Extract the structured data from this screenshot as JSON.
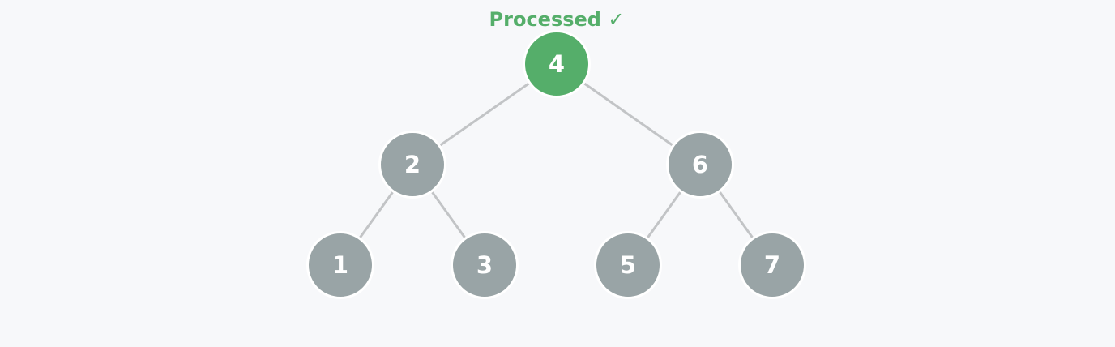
{
  "colors": {
    "processed": "#55ae6a",
    "unprocessed": "#99a4a6",
    "edge": "#c2c4c6",
    "background": "#f7f8fa"
  },
  "root_status": "Processed ✓",
  "nodes": [
    {
      "id": "n4",
      "label": "4",
      "state": "processed"
    },
    {
      "id": "n2",
      "label": "2",
      "state": "unprocessed"
    },
    {
      "id": "n6",
      "label": "6",
      "state": "unprocessed"
    },
    {
      "id": "n1",
      "label": "1",
      "state": "unprocessed"
    },
    {
      "id": "n3",
      "label": "3",
      "state": "unprocessed"
    },
    {
      "id": "n5",
      "label": "5",
      "state": "unprocessed"
    },
    {
      "id": "n7",
      "label": "7",
      "state": "unprocessed"
    }
  ],
  "edges": [
    [
      "n4",
      "n2"
    ],
    [
      "n4",
      "n6"
    ],
    [
      "n2",
      "n1"
    ],
    [
      "n2",
      "n3"
    ],
    [
      "n6",
      "n5"
    ],
    [
      "n6",
      "n7"
    ]
  ]
}
